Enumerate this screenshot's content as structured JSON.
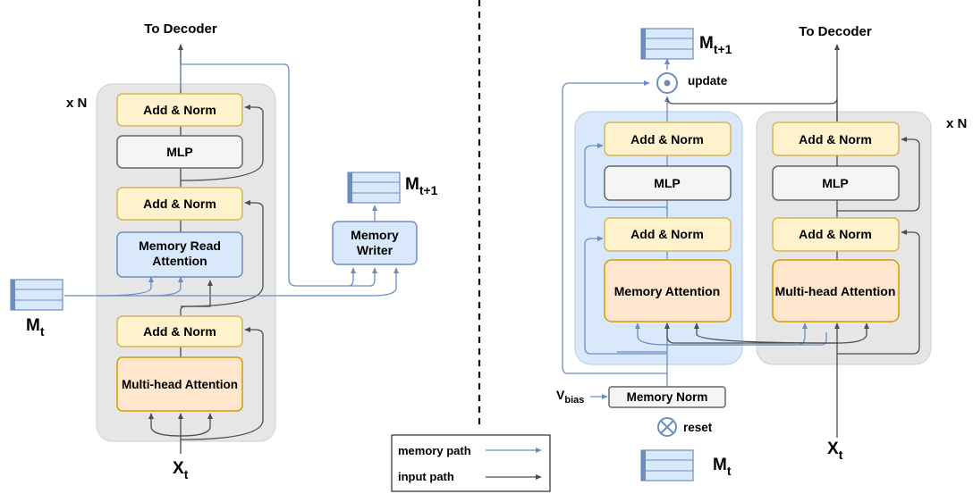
{
  "colors": {
    "memory_path": "#6c8ebf",
    "input_path": "#4d4d4d",
    "norm_fill": "#fff2cc",
    "norm_stroke": "#d6b656",
    "attn_fill": "#ffe6cc",
    "attn_stroke": "#d79b00",
    "mem_fill": "#dae8fc",
    "mem_stroke": "#6c8ebf",
    "mlp_fill": "#f5f5f5",
    "mlp_stroke": "#666666",
    "block_fill": "#e6e6e6"
  },
  "left": {
    "output_label": "To Decoder",
    "repeat_label": "x N",
    "add_norm_top": "Add & Norm",
    "mlp": "MLP",
    "add_norm_mid": "Add & Norm",
    "mem_read_line1": "Memory Read",
    "mem_read_line2": "Attention",
    "add_norm_low": "Add & Norm",
    "mha": "Multi-head Attention",
    "mem_writer_line1": "Memory",
    "mem_writer_line2": "Writer",
    "input_label": "X",
    "input_sub": "t",
    "mem_in_label": "M",
    "mem_in_sub": "t",
    "mem_out_label": "M",
    "mem_out_sub": "t+1"
  },
  "right": {
    "output_label": "To Decoder",
    "repeat_label": "x N",
    "mem_out_label": "M",
    "mem_out_sub": "t+1",
    "update_label": "update",
    "mem_block": {
      "add_norm_top": "Add & Norm",
      "mlp": "MLP",
      "add_norm_mid": "Add & Norm",
      "attention": "Memory Attention"
    },
    "input_block": {
      "add_norm_top": "Add & Norm",
      "mlp": "MLP",
      "add_norm_mid": "Add & Norm",
      "attention": "Multi-head Attention"
    },
    "memory_norm": "Memory Norm",
    "vbias_label": "V",
    "vbias_sub": "bias",
    "reset_label": "reset",
    "mem_in_label": "M",
    "mem_in_sub": "t",
    "input_label": "X",
    "input_sub": "t"
  },
  "legend": {
    "memory_path": "memory path",
    "input_path": "input path"
  }
}
